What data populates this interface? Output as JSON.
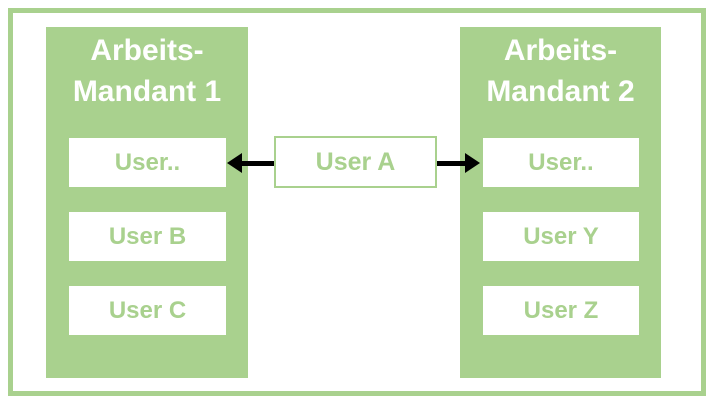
{
  "diagram": {
    "colors": {
      "green": "#A9D18E",
      "white": "#FFFFFF",
      "arrow_black": "#000000"
    },
    "mandants": [
      {
        "title_lines": [
          "Arbeits-",
          "Mandant 1"
        ],
        "users": [
          "User..",
          "User B",
          "User C"
        ]
      },
      {
        "title_lines": [
          "Arbeits-",
          "Mandant 2"
        ],
        "users": [
          "User..",
          "User Y",
          "User Z"
        ]
      }
    ],
    "central_user": "User A"
  }
}
